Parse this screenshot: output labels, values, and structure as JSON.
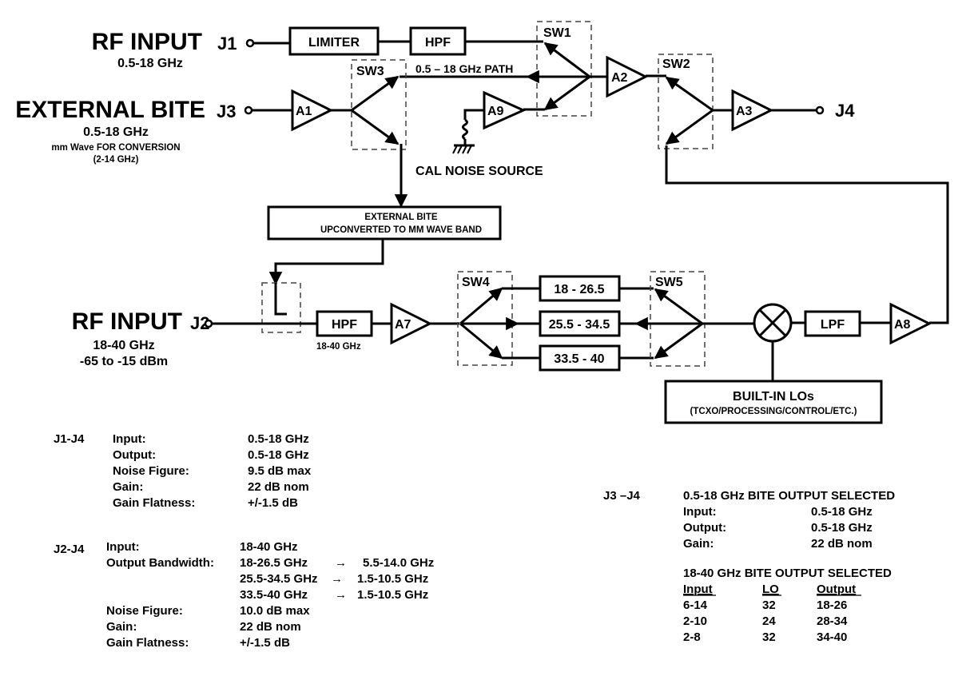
{
  "title": "RF Block Diagram",
  "inputs": {
    "j1": {
      "title": "RF INPUT",
      "port": "J1",
      "freq": "0.5-18 GHz"
    },
    "j3": {
      "title": "EXTERNAL BITE",
      "port": "J3",
      "freq": "0.5-18 GHz",
      "note1": "mm Wave FOR CONVERSION",
      "note2": "(2-14 GHz)"
    },
    "j2": {
      "title": "RF INPUT",
      "port": "J2",
      "freq": "18-40 GHz",
      "power": "-65 to -15 dBm"
    },
    "j4": {
      "port": "J4"
    }
  },
  "blocks": {
    "limiter": "LIMITER",
    "hpf1": "HPF",
    "hpf2": "HPF",
    "hpf2_note": "18-40 GHz",
    "lpf": "LPF",
    "bite_up_line1": "EXTERNAL BITE",
    "bite_up_line2": "UPCONVERTED TO MM WAVE BAND",
    "filter1": "18 - 26.5",
    "filter2": "25.5 - 34.5",
    "filter3": "33.5 - 40",
    "los_line1": "BUILT-IN LOs",
    "los_line2": "(TCXO/PROCESSING/CONTROL/ETC.)"
  },
  "amps": {
    "a1": "A1",
    "a2": "A2",
    "a3": "A3",
    "a7": "A7",
    "a8": "A8",
    "a9": "A9"
  },
  "switches": {
    "sw1": "SW1",
    "sw2": "SW2",
    "sw3": "SW3",
    "sw4": "SW4",
    "sw5": "SW5"
  },
  "labels": {
    "path": "0.5 – 18 GHz PATH",
    "cal_noise": "CAL NOISE SOURCE"
  },
  "specs_j1j4": {
    "id": "J1-J4",
    "rows": [
      {
        "k": "Input:",
        "v": "0.5-18 GHz"
      },
      {
        "k": "Output:",
        "v": "0.5-18 GHz"
      },
      {
        "k": "Noise Figure:",
        "v": "9.5 dB max"
      },
      {
        "k": "Gain:",
        "v": "22 dB nom"
      },
      {
        "k": "Gain Flatness:",
        "v": "+/-1.5 dB"
      }
    ]
  },
  "specs_j2j4": {
    "id": "J2-J4",
    "input_k": "Input:",
    "input_v": "18-40 GHz",
    "bw_k": "Output Bandwidth:",
    "bw": [
      {
        "in": "18-26.5 GHz",
        "arrow": "→",
        "out": "5.5-14.0 GHz"
      },
      {
        "in": "25.5-34.5 GHz",
        "arrow": "→",
        "out": "1.5-10.5 GHz"
      },
      {
        "in": "33.5-40 GHz",
        "arrow": "→",
        "out": "1.5-10.5 GHz"
      }
    ],
    "rows": [
      {
        "k": "Noise Figure:",
        "v": "10.0 dB max"
      },
      {
        "k": "Gain:",
        "v": "22 dB nom"
      },
      {
        "k": "Gain Flatness:",
        "v": "+/-1.5 dB"
      }
    ]
  },
  "specs_j3j4": {
    "id": "J3 –J4",
    "heading1": "0.5-18 GHz BITE OUTPUT SELECTED",
    "rows": [
      {
        "k": "Input:",
        "v": "0.5-18 GHz"
      },
      {
        "k": "Output:",
        "v": "0.5-18 GHz"
      },
      {
        "k": "Gain:",
        "v": "22 dB nom"
      }
    ],
    "heading2": "18-40 GHz BITE OUTPUT SELECTED",
    "cols": [
      "Input",
      "LO",
      "Output"
    ],
    "table": [
      [
        "6-14",
        "32",
        "18-26"
      ],
      [
        "2-10",
        "24",
        "28-34"
      ],
      [
        "2-8",
        "32",
        "34-40"
      ]
    ]
  }
}
